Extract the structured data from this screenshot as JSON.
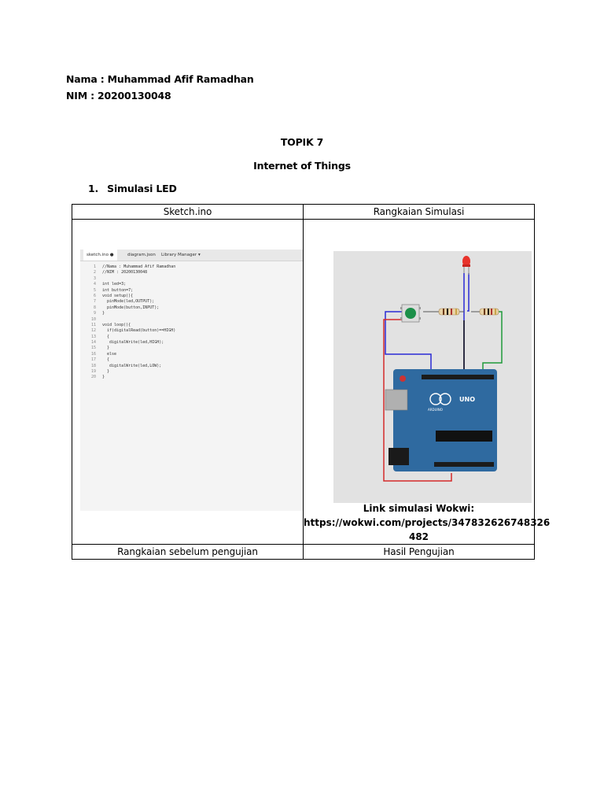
{
  "header": {
    "name_line": "Nama : Muhammad Afif Ramadhan",
    "nim_line": "NIM : 20200130048"
  },
  "title": "TOPIK 7",
  "subtitle": "Internet of Things",
  "section": {
    "number": "1.",
    "label": "Simulasi LED"
  },
  "table": {
    "col1_header": "Sketch.ino",
    "col2_header": "Rangkaian Simulasi",
    "row2_col1": "Rangkaian sebelum pengujian",
    "row2_col2": "Hasil Pengujian"
  },
  "editor": {
    "tabs": [
      "sketch.ino ●",
      "diagram.json",
      "Library Manager",
      "▾"
    ],
    "lines": [
      {
        "n": "1",
        "t": "//Nama : Muhammad Afif Ramadhan"
      },
      {
        "n": "2",
        "t": "//NIM : 20200130048"
      },
      {
        "n": "3",
        "t": ""
      },
      {
        "n": "4",
        "t": "int led=3;"
      },
      {
        "n": "5",
        "t": "int button=7;"
      },
      {
        "n": "6",
        "t": "void setup(){"
      },
      {
        "n": "7",
        "t": "  pinMode(led,OUTPUT);"
      },
      {
        "n": "8",
        "t": "  pinMode(button,INPUT);"
      },
      {
        "n": "9",
        "t": "}"
      },
      {
        "n": "10",
        "t": ""
      },
      {
        "n": "11",
        "t": "void loop(){"
      },
      {
        "n": "12",
        "t": "  if(digitalRead(button)==HIGH)"
      },
      {
        "n": "13",
        "t": "  {"
      },
      {
        "n": "14",
        "t": "   digitalWrite(led,HIGH);"
      },
      {
        "n": "15",
        "t": "  }"
      },
      {
        "n": "16",
        "t": "  else"
      },
      {
        "n": "17",
        "t": "  {"
      },
      {
        "n": "18",
        "t": "   digitalWrite(led,LOW);"
      },
      {
        "n": "19",
        "t": "  }"
      },
      {
        "n": "20",
        "t": "}"
      }
    ]
  },
  "simulation": {
    "board_label": "UNO",
    "board_sub": "ARDUINO",
    "link_line1": "Link simulasi Wokwi:",
    "link_line2": "https://wokwi.com/projects/347832626748326",
    "link_line3": "482"
  }
}
